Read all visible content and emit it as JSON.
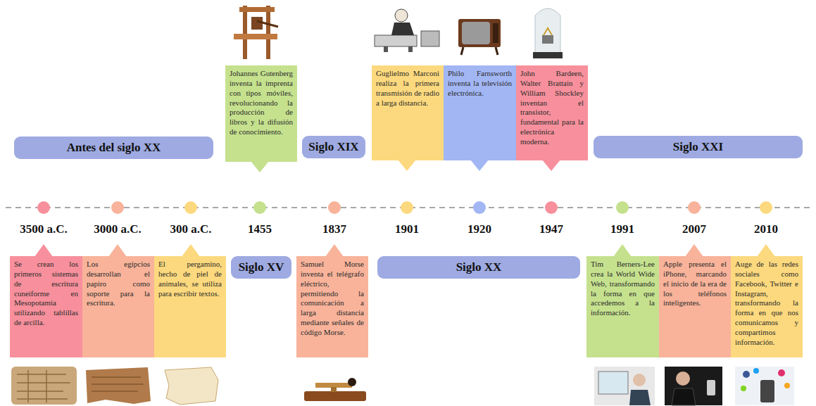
{
  "diagram": {
    "nodes": [
      {
        "text": [
          "Antes del siglo XX"
        ]
      },
      {
        "text": [
          "Johannes Gutenberg inventa la imprenta con tipos móviles, revolucionando la producción de libros y la difusión de conocimiento."
        ]
      },
      {
        "text": [
          "Siglo XIX"
        ]
      },
      {
        "text": [
          "Guglielmo Marconi realiza la primera transmisión de radio a larga distancia."
        ]
      },
      {
        "text": [
          "Philo Farnsworth inventa la televisión electrónica."
        ]
      },
      {
        "text": [
          "John Bardeen, Walter Brattain y William Shockley inventan el transistor, fundamental para la electrónica moderna."
        ]
      },
      {
        "text": [
          "Siglo XXI"
        ]
      },
      {
        "text": [
          "Se crean los primeros sistemas de escritura cuneiforme en Mesopotamia utilizando tablillas de arcilla."
        ]
      },
      {
        "text": [
          "Los egipcios desarrollan el papiro como soporte para la escritura."
        ]
      },
      {
        "text": [
          "El pergamino, hecho de piel de animales, se utiliza para escribir textos."
        ]
      },
      {
        "text": [
          "Siglo XV"
        ]
      },
      {
        "text": [
          "Samuel Morse inventa el telégrafo eléctrico, permitiendo la comunicación a larga distancia mediante señales de código Morse."
        ]
      },
      {
        "text": [
          "Siglo XX"
        ]
      },
      {
        "text": [
          "Tim Berners-Lee crea la World Wide Web, transformando la forma en que accedemos a la información."
        ]
      },
      {
        "text": [
          "Apple presenta el iPhone, marcando el inicio de la era de los teléfonos inteligentes."
        ]
      },
      {
        "text": [
          "Auge de las redes sociales como Facebook, Twitter e Instagram, transformando la forma en que nos comunicamos y compartimos información."
        ]
      }
    ],
    "labels": [
      "3500 a.C.",
      "3000 a.C.",
      "300 a.C.",
      "1455",
      "1837",
      "1901",
      "1920",
      "1947",
      "1991",
      "2007",
      "2010"
    ]
  }
}
